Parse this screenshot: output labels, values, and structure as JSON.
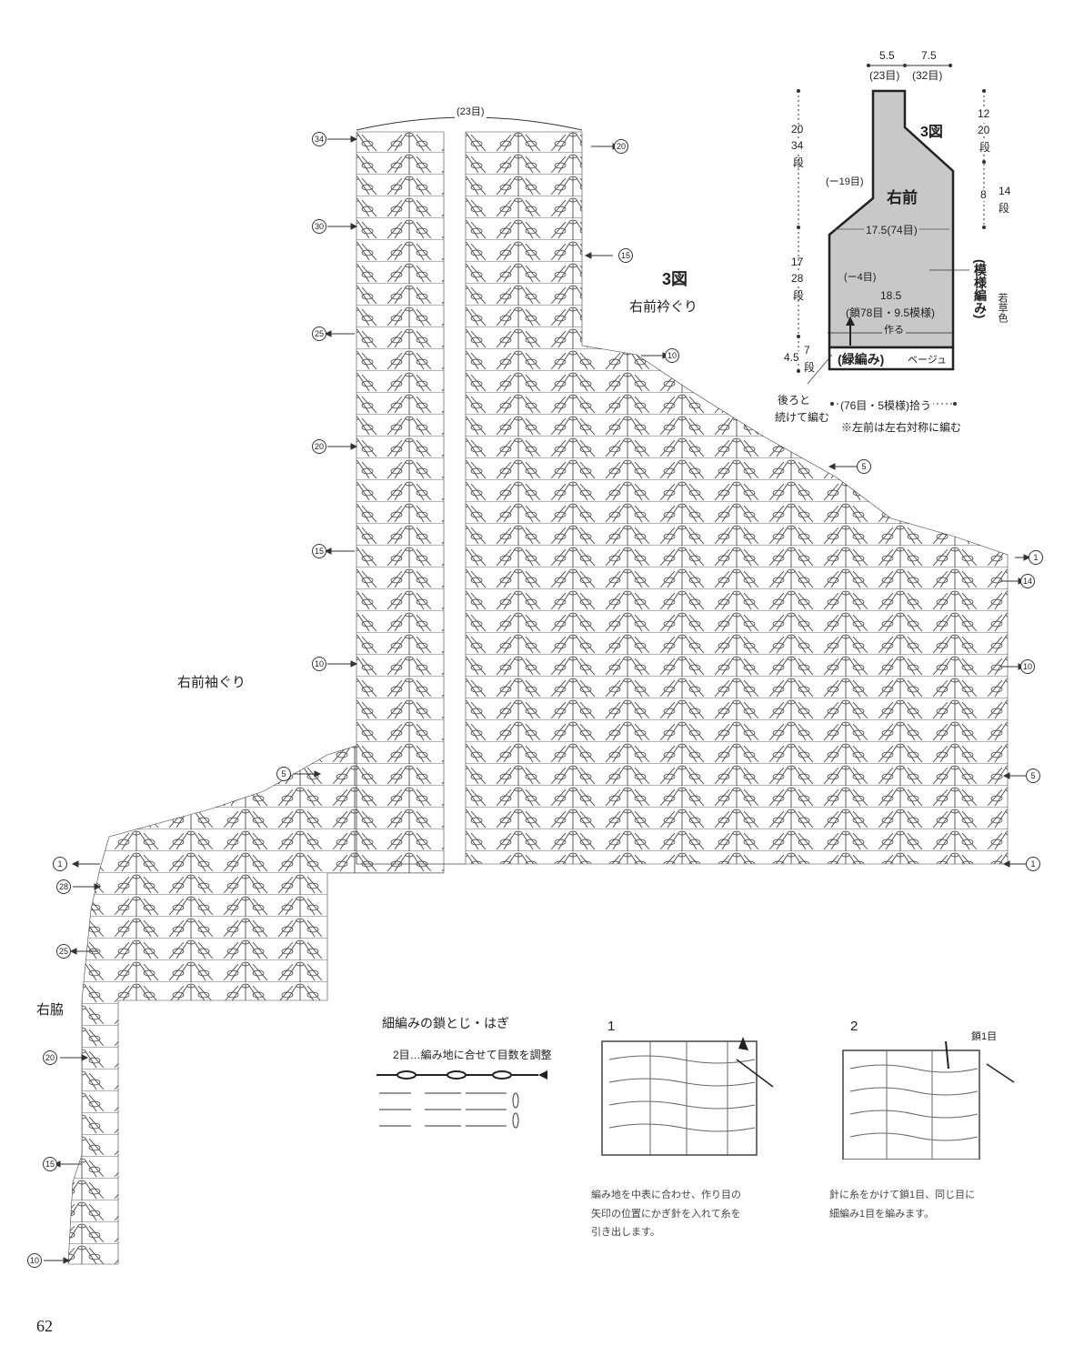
{
  "page_number": "62",
  "main_chart": {
    "top_width_label": "(23目)",
    "title": "3図",
    "neck_label": "右前衿ぐり",
    "armhole_label": "右前袖ぐり",
    "side_label": "右脇",
    "left_row_markers": [
      "34",
      "30",
      "25",
      "20",
      "15",
      "10",
      "5",
      "1",
      "28",
      "25",
      "20",
      "15",
      "10"
    ],
    "right_row_markers": [
      "20",
      "15",
      "10",
      "5",
      "1",
      "14",
      "10",
      "5",
      "1"
    ]
  },
  "schematic": {
    "top_dims": [
      "5.5",
      "7.5"
    ],
    "top_counts": [
      "(23目)",
      "(32目)"
    ],
    "fig_label": "3図",
    "piece_name": "右前",
    "dec1": "(ー19目)",
    "width_mid": "17.5(74目)",
    "dec2": "(ー4目)",
    "width_bottom": "18.5",
    "chain_count": "(鎖78目・9.5模様)",
    "make": "作る",
    "pattern_label": "(模様編み)",
    "color_label": "若草色",
    "border_label": "(緑編み)",
    "border_color": "ベージュ",
    "left_dims": [
      {
        "cm": "20",
        "rows": "34",
        "unit": "段"
      },
      {
        "cm": "17",
        "rows": "28",
        "unit": "段"
      },
      {
        "cm": "4.5",
        "rows": "7",
        "unit": "段"
      }
    ],
    "right_dims": [
      {
        "cm": "12",
        "rows": "20",
        "unit": "段"
      },
      {
        "cm": "8",
        "rows": "14",
        "unit": "段"
      }
    ],
    "continue_note": [
      "後ろと",
      "続けて編む"
    ],
    "pickup_note": "(76目・5模様)拾う",
    "mirror_note": "※左前は左右対称に編む"
  },
  "technique": {
    "title": "細編みの鎖とじ・はぎ",
    "note": "2目…編み地に合せて目数を調整",
    "step1_num": "1",
    "step2_num": "2",
    "step2_label": "鎖1目",
    "step1_text": [
      "編み地を中表に合わせ、作り目の",
      "矢印の位置にかぎ針を入れて糸を",
      "引き出します。"
    ],
    "step2_text": [
      "針に糸をかけて鎖1目、同じ目に",
      "細編み1目を編みます。"
    ]
  }
}
